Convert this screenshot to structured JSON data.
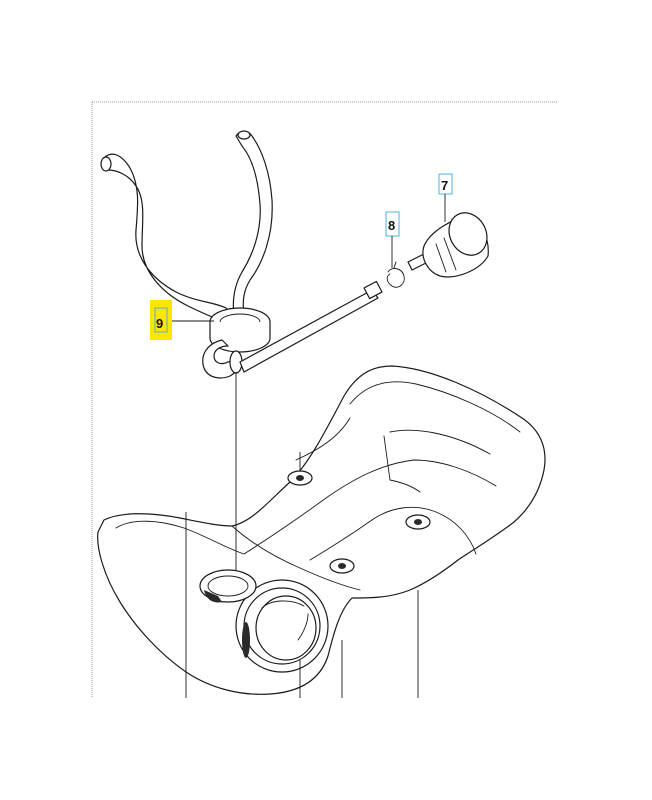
{
  "callouts": [
    {
      "id": "part-7",
      "label": "7",
      "highlighted": false
    },
    {
      "id": "part-8",
      "label": "8",
      "highlighted": false
    },
    {
      "id": "part-9",
      "label": "9",
      "highlighted": true
    }
  ],
  "colors": {
    "highlight": "#ffe600",
    "callout_box": "#4fb3d9",
    "line": "#1a1a1a"
  }
}
